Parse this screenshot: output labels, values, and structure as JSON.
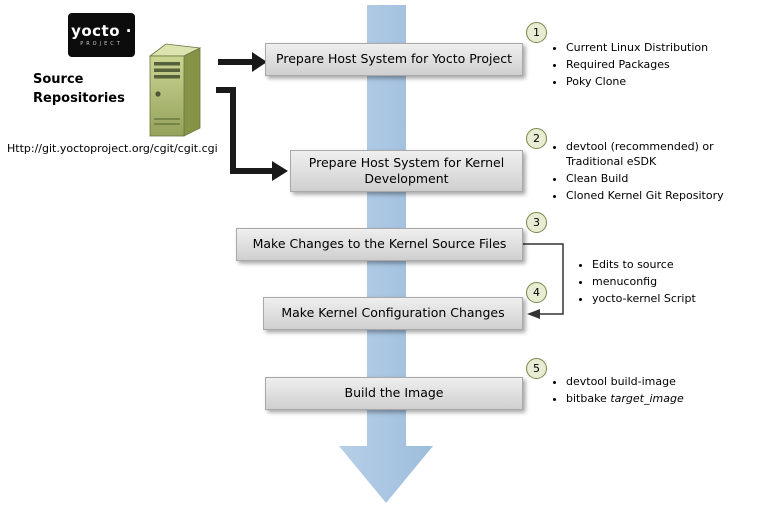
{
  "logo": {
    "name": "yocto ·",
    "subtitle": "PROJECT"
  },
  "source": {
    "label": "Source Repositories",
    "url": "Http://git.yoctoproject.org/cgit/cgit.cgi"
  },
  "steps": [
    {
      "num": "1",
      "label": "Prepare Host System for Yocto Project",
      "bullets": [
        "Current Linux Distribution",
        "Required Packages",
        "Poky Clone"
      ]
    },
    {
      "num": "2",
      "label": "Prepare Host System for Kernel Development",
      "bullets": [
        "devtool (recommended) or Traditional eSDK",
        "Clean Build",
        "Cloned Kernel Git Repository"
      ]
    },
    {
      "num": "3",
      "label": "Make Changes to the Kernel Source Files"
    },
    {
      "num": "4",
      "label": "Make Kernel Configuration Changes"
    },
    {
      "num": "5",
      "label": "Build the Image",
      "bullets": [
        {
          "text": "devtool build-image"
        },
        {
          "text": "bitbake ",
          "italic": "target_image"
        }
      ]
    }
  ],
  "shared_bullets_steps_3_4": [
    "Edits to source",
    "menuconfig",
    "yocto-kernel Script"
  ],
  "colors": {
    "flow_arrow_blue": "#a5c3e1",
    "box_gray": "#dedede",
    "circle_fill": "#e7ecd3",
    "circle_border": "#77864a",
    "server_green": "#9ba95f",
    "logo_black": "#0c0c0c"
  }
}
